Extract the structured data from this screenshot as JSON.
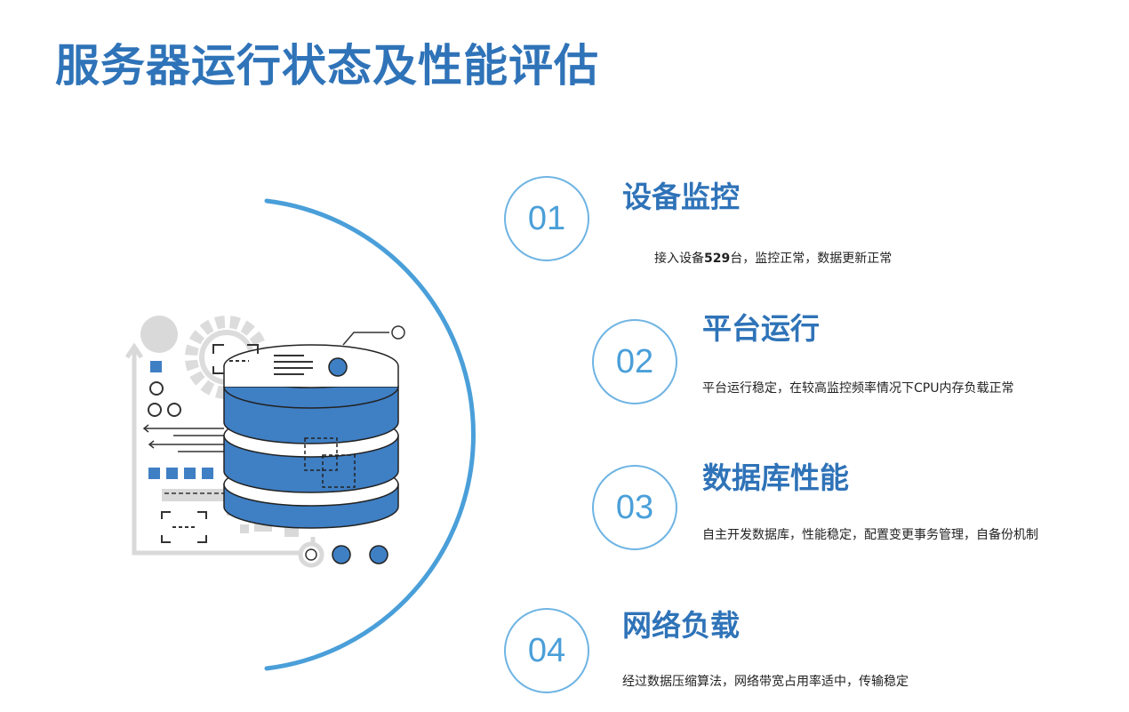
{
  "page": {
    "title": "服务器运行状态及性能评估"
  },
  "colors": {
    "brand_blue": "#2f73b8",
    "arc_blue": "#4a9fd9",
    "circle_border": "#6fb4e3",
    "server_blue": "#3f7fc4",
    "decor_gray": "#d9d9d9"
  },
  "items": [
    {
      "number": "01",
      "title": "设备监控",
      "desc_prefix": "接入设备",
      "desc_highlight": "529",
      "desc_suffix": "台，监控正常，数据更新正常"
    },
    {
      "number": "02",
      "title": "平台运行",
      "desc": "平台运行稳定，在较高监控频率情况下CPU内存负载正常"
    },
    {
      "number": "03",
      "title": "数据库性能",
      "desc": "自主开发数据库，性能稳定，配置变更事务管理，自备份机制"
    },
    {
      "number": "04",
      "title": "网络负载",
      "desc": "经过数据压缩算法，网络带宽占用率适中，传输稳定"
    }
  ],
  "illustration": {
    "icon": "database-server-icon"
  }
}
